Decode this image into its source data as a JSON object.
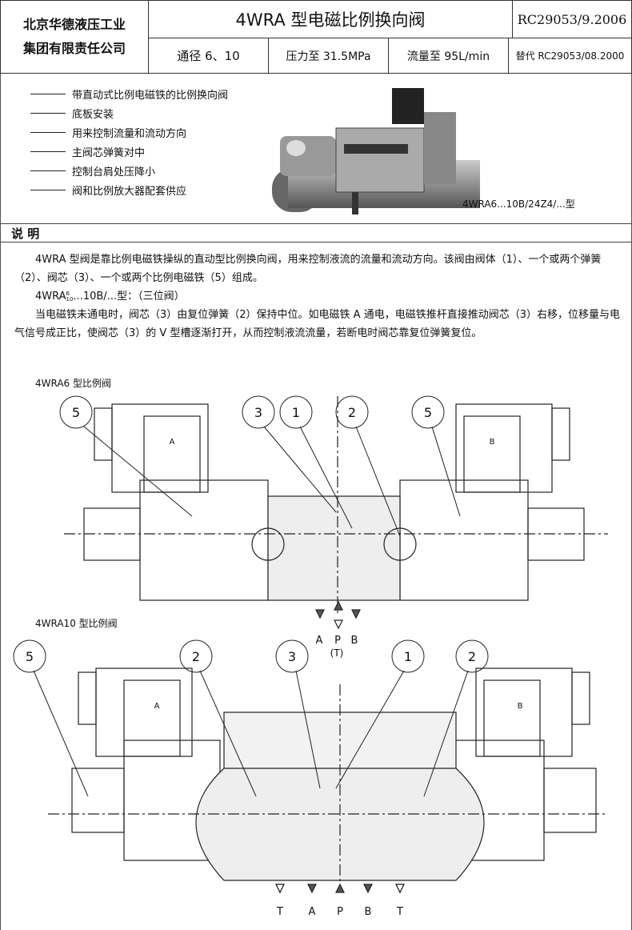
{
  "header": {
    "company_line1": "北京华德液压工业",
    "company_line2": "集团有限责任公司",
    "title": "4WRA 型电磁比例换向阀",
    "doc_code": "RC29053/9.2006",
    "spec_size": "通径 6、10",
    "spec_pressure": "压力至 31.5MPa",
    "spec_flow": "流量至 95L/min",
    "replaces": "替代 RC29053/08.2000"
  },
  "features": [
    "带直动式比例电磁铁的比例换向阀",
    "底板安装",
    "用来控制流量和流动方向",
    "主阀芯弹簧对中",
    "控制台肩处压降小",
    "阀和比例放大器配套供应"
  ],
  "photo_caption": "4WRA6...10B/24Z4/...型",
  "section_title": "说 明",
  "description": {
    "p1": "4WRA 型阀是靠比例电磁铁操纵的直动型比例换向阀，用来控制液流的流量和流动方向。该阀由阀体（1）、一个或两个弹簧（2）、阀芯（3）、一个或两个比例电磁铁（5）组成。",
    "model_prefix": "4WRA",
    "model_sup": "6",
    "model_sub": "10",
    "model_suffix": "...10B/...型：（三位阀）",
    "p2": "当电磁铁未通电时，阀芯（3）由复位弹簧（2）保持中位。如电磁铁 A 通电，电磁铁推杆直接推动阀芯（3）右移，位移量与电气信号成正比，使阀芯（3）的 V 型槽逐渐打开，从而控制液流流量，若断电时阀芯靠复位弹簧复位。"
  },
  "diagram1": {
    "title": "4WRA6 型比例阀",
    "balloons": [
      "5",
      "3",
      "1",
      "2",
      "5"
    ],
    "solenoid_labels": [
      "A",
      "B"
    ],
    "ports": [
      "A",
      "P",
      "B"
    ],
    "port_note": "(T)"
  },
  "diagram2": {
    "title": "4WRA10 型比例阀",
    "balloons": [
      "5",
      "2",
      "3",
      "1",
      "2"
    ],
    "solenoid_labels": [
      "A",
      "B"
    ],
    "ports": [
      "T",
      "A",
      "P",
      "B",
      "T"
    ]
  }
}
